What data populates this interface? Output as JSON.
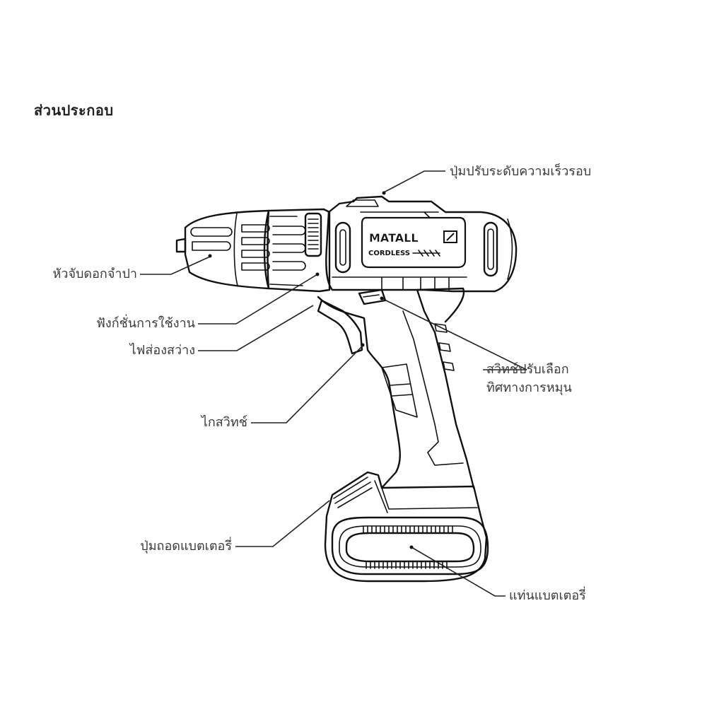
{
  "title": "ส่วนประกอบ",
  "product": {
    "brand": "MATALL",
    "sub_brand": "CORDLESS"
  },
  "labels": [
    {
      "id": "speed-selector",
      "text": "ปุ่มปรับระดับความเร็วรอบ"
    },
    {
      "id": "chuck",
      "text": "หัวจับดอกจำปา"
    },
    {
      "id": "function-selector",
      "text": "ฟังก์ชั่นการใช้งาน"
    },
    {
      "id": "work-light",
      "text": "ไฟส่องสว่าง"
    },
    {
      "id": "direction-switch",
      "text": "สวิทช์ปรับเลือก",
      "text_line2": "ทิศทางการหมุน"
    },
    {
      "id": "trigger",
      "text": "ไกสวิทช์"
    },
    {
      "id": "battery-release",
      "text": "ปุ่มถอดแบตเตอรี่"
    },
    {
      "id": "battery-pack",
      "text": "แท่นแบตเตอรี่"
    }
  ]
}
